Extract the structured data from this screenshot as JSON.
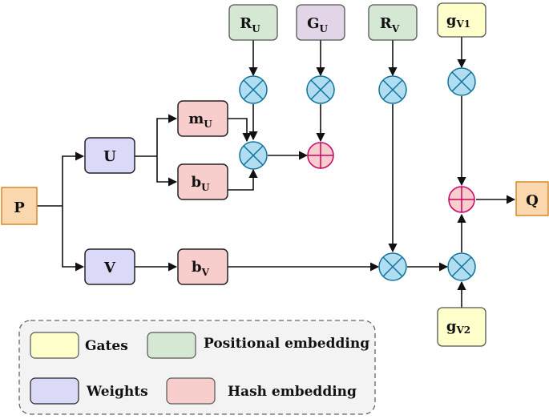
{
  "colors": {
    "gate": "#ffffcc",
    "positional": "#d5e8d4",
    "positional_alt": "#e1d5e7",
    "weights": "#dadaf8",
    "hash": "#f8cecc",
    "io": "#fad7ac",
    "io_stroke": "#d6892a",
    "multiply": "#b1ddf0",
    "multiply_stroke": "#10739e",
    "add": "#f8cecc",
    "add_stroke": "#cc0066"
  },
  "nodes": {
    "p": {
      "main": "P"
    },
    "u": {
      "main": "U"
    },
    "v": {
      "main": "V"
    },
    "mu": {
      "main": "m",
      "sub": "U"
    },
    "bu": {
      "main": "b",
      "sub": "U"
    },
    "bv": {
      "main": "b",
      "sub": "V"
    },
    "ru": {
      "main": "R",
      "sub": "U"
    },
    "gu": {
      "main": "G",
      "sub": "U"
    },
    "rv": {
      "main": "R",
      "sub": "V"
    },
    "gv1": {
      "main": "g",
      "sub": "V1"
    },
    "gv2": {
      "main": "g",
      "sub": "V2"
    },
    "q": {
      "main": "Q"
    }
  },
  "legend": {
    "gates": "Gates",
    "positional": "Positional embedding",
    "weights": "Weights",
    "hash": "Hash embedding"
  }
}
